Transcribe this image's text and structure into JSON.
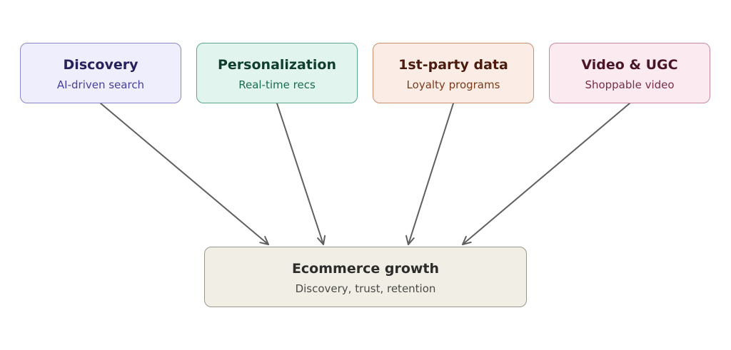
{
  "diagram": {
    "sources": [
      {
        "title": "Discovery",
        "subtitle": "AI-driven search",
        "fill": "#efeefc",
        "stroke": "#8a86cc"
      },
      {
        "title": "Personalization",
        "subtitle": "Real-time recs",
        "fill": "#e1f4ed",
        "stroke": "#5ea88a"
      },
      {
        "title": "1st-party data",
        "subtitle": "Loyalty programs",
        "fill": "#fbede6",
        "stroke": "#c9906f"
      },
      {
        "title": "Video & UGC",
        "subtitle": "Shoppable video",
        "fill": "#fbeaf0",
        "stroke": "#c98aa0"
      }
    ],
    "target": {
      "title": "Ecommerce growth",
      "subtitle": "Discovery, trust, retention",
      "fill": "#f1eee6",
      "stroke": "#9b978d"
    },
    "edges": [
      {
        "from": "Discovery",
        "to": "Ecommerce growth"
      },
      {
        "from": "Personalization",
        "to": "Ecommerce growth"
      },
      {
        "from": "1st-party data",
        "to": "Ecommerce growth"
      },
      {
        "from": "Video & UGC",
        "to": "Ecommerce growth"
      }
    ],
    "arrow_color": "#5f5f5d"
  }
}
